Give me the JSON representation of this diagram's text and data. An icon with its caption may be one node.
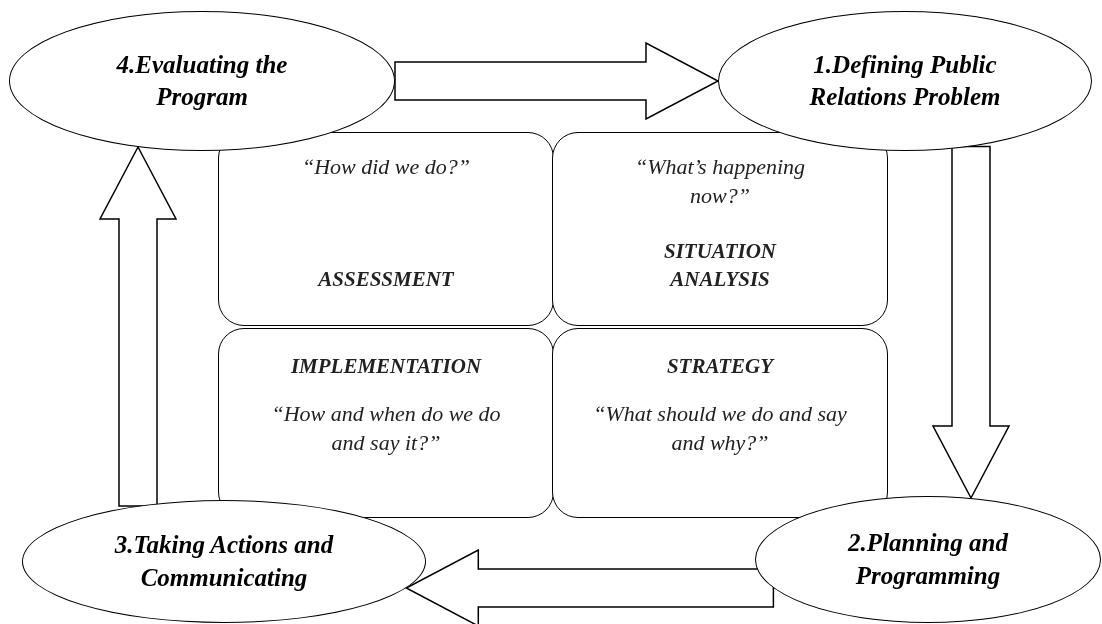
{
  "diagram": {
    "nodes": [
      {
        "text": [
          "4.Evaluating the Program"
        ]
      },
      {
        "text": [
          "1.Defining Public Relations Problem"
        ]
      },
      {
        "text": [
          "“How did we do?”",
          "ASSESSMENT"
        ]
      },
      {
        "text": [
          "“What’s happening now?”",
          "SITUATION ANALYSIS"
        ]
      },
      {
        "text": [
          "IMPLEMENTATION",
          "“How and when do we do and say it?”"
        ]
      },
      {
        "text": [
          "STRATEGY",
          "“What should we do and say and why?”"
        ]
      },
      {
        "text": [
          "3.Taking Actions and Communicating"
        ]
      },
      {
        "text": [
          "2.Planning and Programming"
        ]
      }
    ],
    "edges": [
      {
        "from": 0,
        "to": 1,
        "arrow": "to"
      },
      {
        "from": 1,
        "to": 7,
        "arrow": "to"
      },
      {
        "from": 7,
        "to": 6,
        "arrow": "to"
      },
      {
        "from": 6,
        "to": 0,
        "arrow": "to"
      }
    ]
  }
}
